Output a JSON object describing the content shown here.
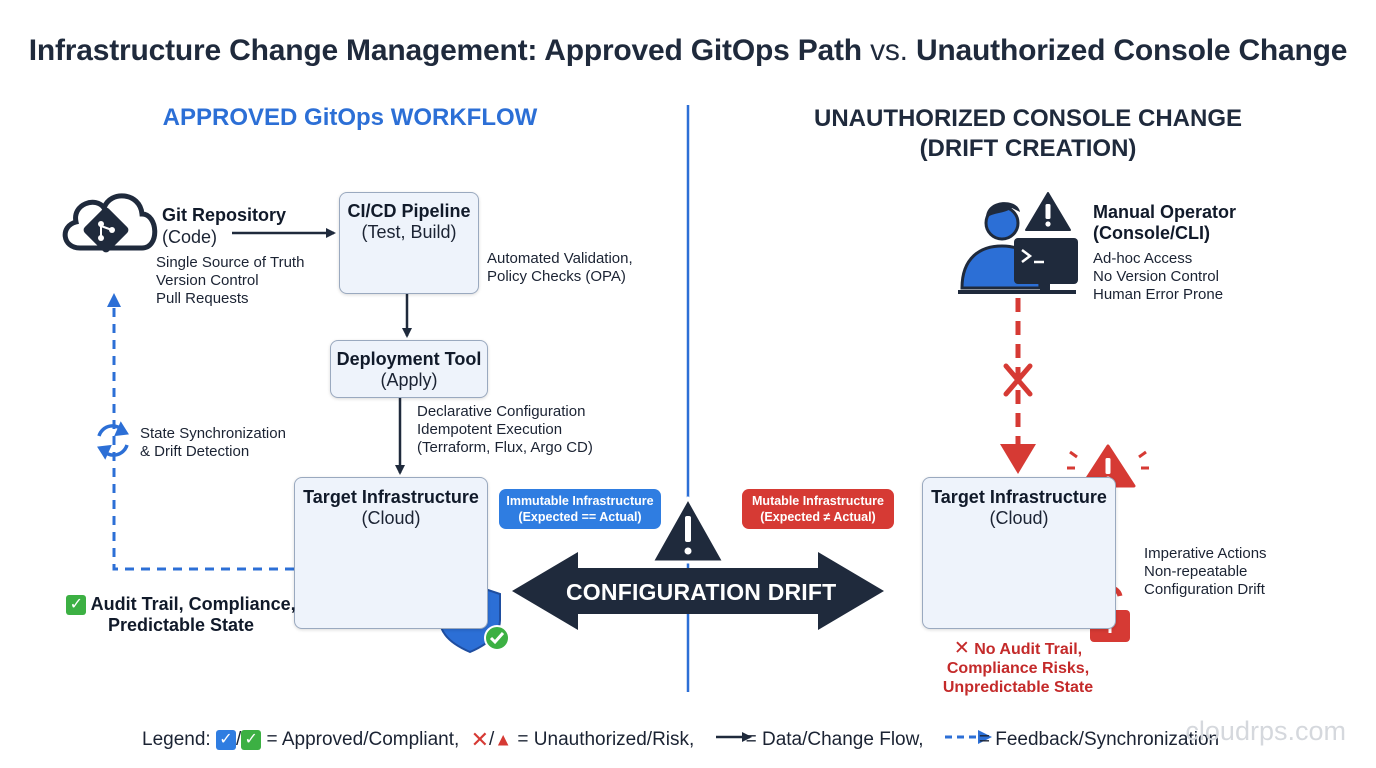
{
  "title": {
    "main": "Infrastructure Change Management: Approved GitOps Path",
    "vs": "vs.",
    "end": "Unauthorized Console Change"
  },
  "left": {
    "heading": "APPROVED GitOps WORKFLOW",
    "git": {
      "title": "Git Repository",
      "subtitle": "(Code)",
      "notes": [
        "Single Source of Truth",
        "Version Control",
        "Pull Requests"
      ]
    },
    "cicd": {
      "title": "CI/CD Pipeline",
      "subtitle": "(Test, Build)",
      "notes": [
        "Automated Validation,",
        "Policy Checks (OPA)"
      ]
    },
    "deploy": {
      "title": "Deployment Tool",
      "subtitle": "(Apply)",
      "notes": [
        "Declarative Configuration",
        "Idempotent Execution",
        "(Terraform, Flux, Argo CD)"
      ]
    },
    "sync": {
      "lines": [
        "State Synchronization",
        "& Drift Detection"
      ]
    },
    "target": {
      "title": "Target Infrastructure",
      "subtitle": "(Cloud)"
    },
    "outcome": {
      "lines": [
        "Audit Trail, Compliance,",
        "Predictable State"
      ]
    },
    "bubble": {
      "lines": [
        "Immutable Infrastructure",
        "(Expected == Actual)"
      ]
    }
  },
  "center": {
    "drift_label": "CONFIGURATION DRIFT"
  },
  "right": {
    "heading_lines": [
      "UNAUTHORIZED CONSOLE CHANGE",
      "(DRIFT CREATION)"
    ],
    "operator": {
      "title_lines": [
        "Manual Operator",
        "(Console/CLI)"
      ],
      "notes": [
        "Ad-hoc Access",
        "No Version Control",
        "Human Error Prone"
      ]
    },
    "target": {
      "title": "Target Infrastructure",
      "subtitle": "(Cloud)"
    },
    "notes": [
      "Imperative Actions",
      "Non-repeatable",
      "Configuration Drift"
    ],
    "outcome": {
      "lines": [
        "No Audit Trail,",
        "Compliance Risks,",
        "Unpredictable State"
      ]
    },
    "bubble": {
      "lines": [
        "Mutable Infrastructure",
        "(Expected ≠ Actual)"
      ]
    }
  },
  "legend": {
    "prefix": "Legend:",
    "approved": "= Approved/Compliant,",
    "risk": "= Unauthorized/Risk,",
    "flow": "= Data/Change Flow,",
    "feedback": "= Feedback/Synchronization"
  },
  "watermark": "cloudrps.com",
  "colors": {
    "approved_blue": "#2c6fd6",
    "risk_red": "#d63a34",
    "dark_navy": "#1f2a3c",
    "box_fill": "#eef3fb",
    "ok_green": "#3cb043"
  }
}
